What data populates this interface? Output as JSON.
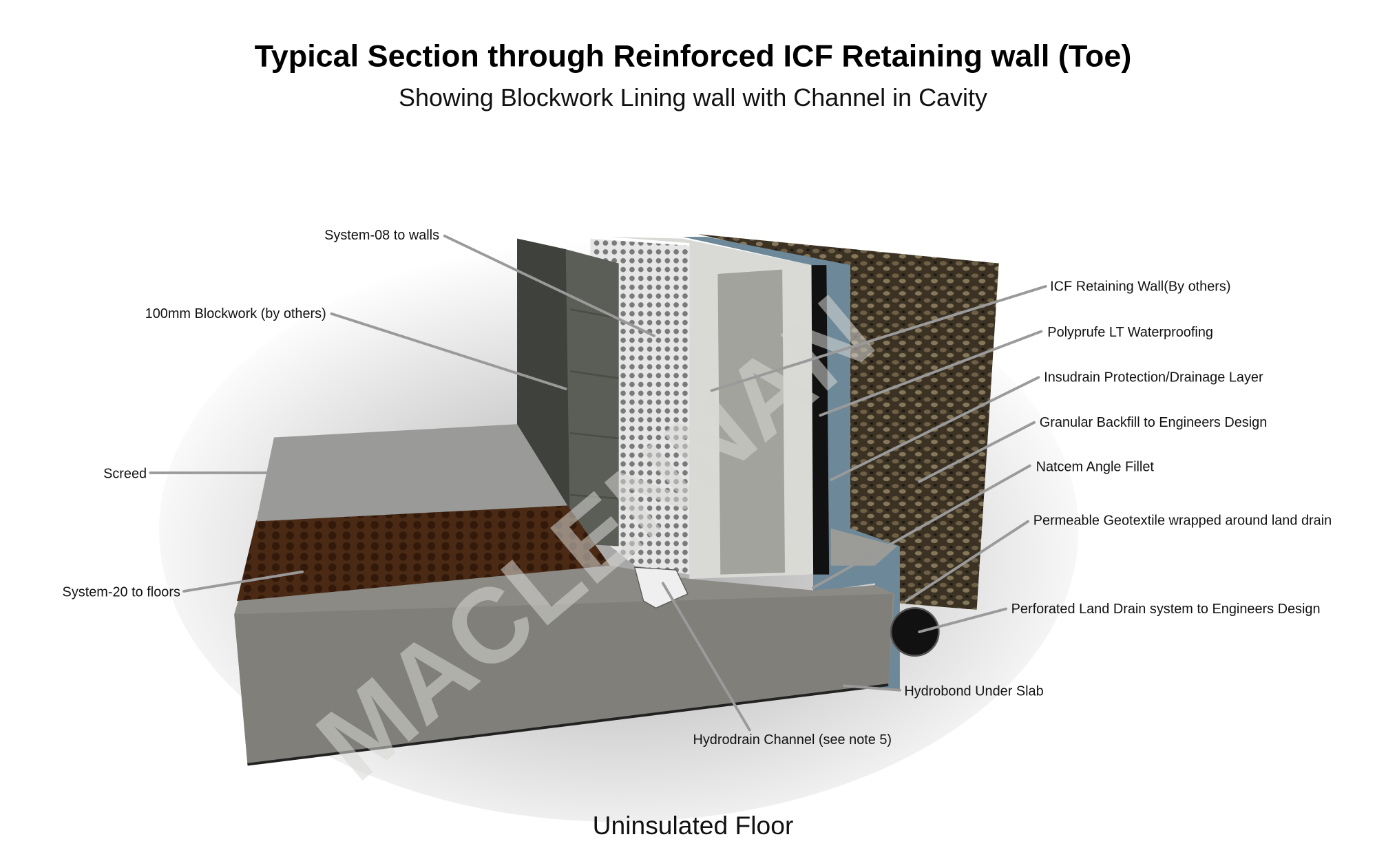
{
  "title": "Typical Section through Reinforced ICF Retaining wall (Toe)",
  "subtitle": "Showing Blockwork Lining wall with Channel in Cavity",
  "footer": "Uninsulated Floor",
  "watermark": "MACLENNAN",
  "labels": {
    "system08": "System-08 to walls",
    "blockwork": "100mm Blockwork (by others)",
    "screed": "Screed",
    "system20": "System-20 to floors",
    "icf": "ICF Retaining Wall(By others)",
    "polyprufe": "Polyprufe LT Waterproofing",
    "insudrain": "Insudrain Protection/Drainage Layer",
    "backfill": "Granular Backfill to Engineers Design",
    "natcem": "Natcem Angle Fillet",
    "geotextile": "Permeable Geotextile wrapped around land drain",
    "landdrain": "Perforated Land Drain system to Engineers Design",
    "hydrobond": "Hydrobond Under Slab",
    "hydrodrain": "Hydrodrain Channel (see  note 5)"
  },
  "colors": {
    "concrete": "#8b8a85",
    "screed": "#9a9a98",
    "membrane": "#4a2a14",
    "blockwork": "#5b5d57",
    "icf": "#d9d9d6",
    "waterproofing": "#6d8898",
    "backfill": "#3b3224"
  }
}
